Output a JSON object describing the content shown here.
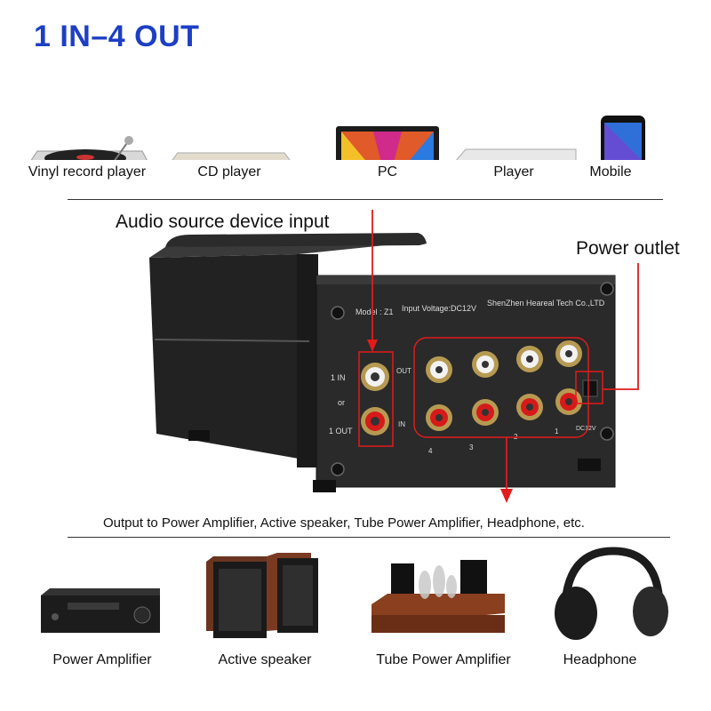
{
  "title": "1 IN–4 OUT",
  "sources": [
    {
      "label": "Vinyl record player",
      "icon": "turntable-icon"
    },
    {
      "label": "CD player",
      "icon": "cd-player-icon"
    },
    {
      "label": "PC",
      "icon": "laptop-icon"
    },
    {
      "label": "Player",
      "icon": "media-player-icon"
    },
    {
      "label": "Mobile",
      "icon": "smartphone-icon"
    }
  ],
  "device": {
    "input_callout": "Audio source device input",
    "power_callout": "Power outlet",
    "model_text": "Model : Z1",
    "voltage_text": "Input Voltage:DC12V",
    "maker_text": "ShenZhen Heareal Tech Co.,LTD",
    "left_labels": [
      "1 IN",
      "or",
      "1 OUT"
    ],
    "side_labels": [
      "OUT",
      "IN"
    ],
    "channel_numbers": [
      "4",
      "3",
      "2",
      "1"
    ],
    "dc_label": "DC12V",
    "output_caption": "Output to Power Amplifier, Active speaker, Tube Power Amplifier, Headphone, etc."
  },
  "outputs": [
    {
      "label": "Power Amplifier",
      "icon": "power-amplifier-icon"
    },
    {
      "label": "Active speaker",
      "icon": "speakers-icon"
    },
    {
      "label": "Tube Power Amplifier",
      "icon": "tube-amplifier-icon"
    },
    {
      "label": "Headphone",
      "icon": "headphone-icon"
    }
  ],
  "colors": {
    "title": "#1d3fc4",
    "callout": "#e21b1b",
    "rca_red": "#d61a1a",
    "chassis": "#2a2a2a"
  }
}
